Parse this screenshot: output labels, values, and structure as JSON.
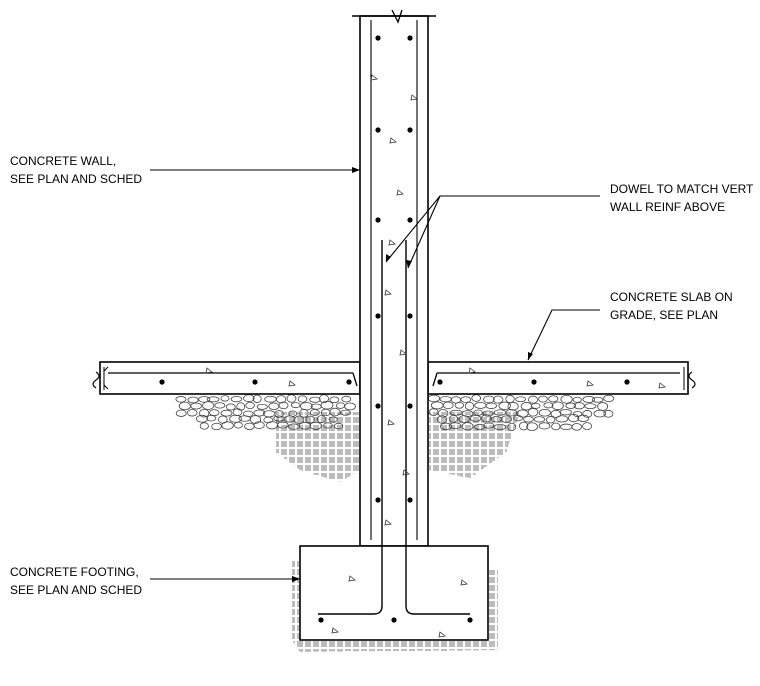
{
  "notes": {
    "wall": {
      "line1": "CONCRETE WALL,",
      "line2": "SEE PLAN AND SCHED"
    },
    "dowel": {
      "line1": "DOWEL TO MATCH VERT",
      "line2": "WALL REINF ABOVE"
    },
    "slab": {
      "line1": "CONCRETE SLAB ON",
      "line2": "GRADE, SEE PLAN"
    },
    "footing": {
      "line1": "CONCRETE FOOTING,",
      "line2": "SEE PLAN AND SCHED"
    }
  },
  "colors": {
    "line": "#000000",
    "fill": "#ffffff",
    "hatch": "#555555"
  }
}
